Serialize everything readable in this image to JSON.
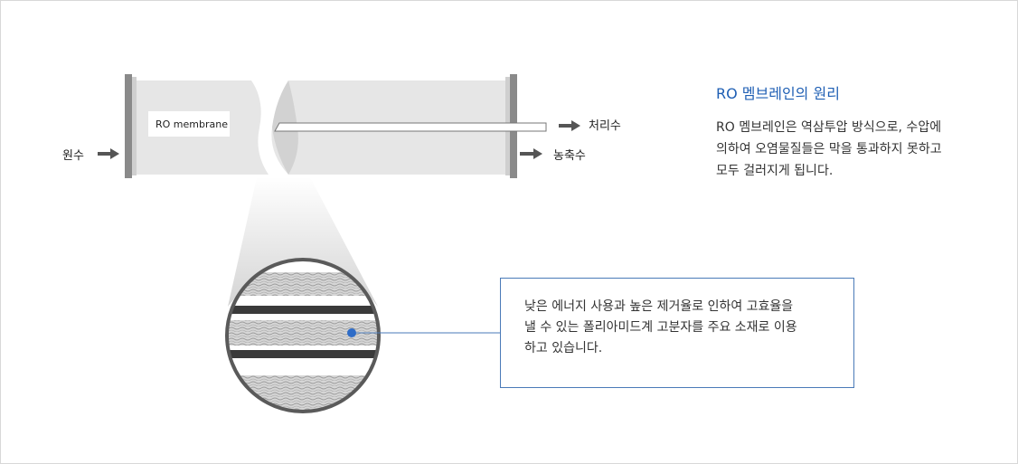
{
  "diagram": {
    "tube_label": "RO membrane",
    "inlet_label": "원수",
    "permeate_label": "처리수",
    "concentrate_label": "농축수"
  },
  "info": {
    "title": "RO 멤브레인의 원리",
    "description_lines": [
      "RO 멤브레인은 역삼투압 방식으로, 수압에",
      "의하여 오염물질들은 막을 통과하지 못하고",
      "모두 걸러지게 됩니다."
    ]
  },
  "callout": {
    "lines": [
      "낮은 에너지 사용과 높은 제거율로 인하여 고효율을",
      "낼 수 있는 폴리아미드계 고분자를 주요 소재로 이용",
      "하고 있습니다."
    ]
  },
  "colors": {
    "accent": "#1f5fb4",
    "callout_border": "#4a7ab8",
    "dot": "#2e6cc7",
    "tube_fill": "#e6e6e6",
    "flange": "#8a8a8a",
    "arrow": "#555555"
  }
}
